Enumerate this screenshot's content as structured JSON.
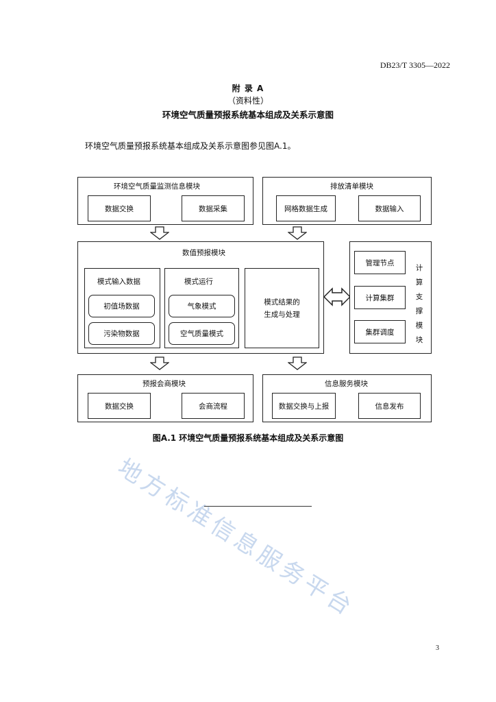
{
  "header": {
    "std_no": "DB23/T 3305—2022"
  },
  "appendix": {
    "title": "附 录 A",
    "nature": "（资料性）",
    "heading": "环境空气质量预报系统基本组成及关系示意图"
  },
  "intro": "环境空气质量预报系统基本组成及关系示意图参见图A.1。",
  "diagram": {
    "monitor": {
      "title": "环境空气质量监测信息模块",
      "items": [
        "数据交换",
        "数据采集"
      ]
    },
    "emission": {
      "title": "排放清单模块",
      "items": [
        "网格数据生成",
        "数据输入"
      ]
    },
    "numerical": {
      "title": "数值预报模块",
      "input": {
        "title": "模式输入数据",
        "items": [
          "初值场数据",
          "污染物数据"
        ]
      },
      "run": {
        "title": "模式运行",
        "items": [
          "气象模式",
          "空气质量模式"
        ]
      },
      "result": {
        "line1": "模式结果的",
        "line2": "生成与处理"
      }
    },
    "compute": {
      "title_chars": [
        "计",
        "算",
        "支",
        "撑",
        "模",
        "块"
      ],
      "items": [
        "管理节点",
        "计算集群",
        "集群调度"
      ]
    },
    "consult": {
      "title": "预报会商模块",
      "items": [
        "数据交换",
        "会商流程"
      ]
    },
    "service": {
      "title": "信息服务模块",
      "items": [
        "数据交换与上报",
        "信息发布"
      ]
    }
  },
  "caption": "图A.1   环境空气质量预报系统基本组成及关系示意图",
  "page_number": "3",
  "watermark": "地方标准信息服务平台"
}
